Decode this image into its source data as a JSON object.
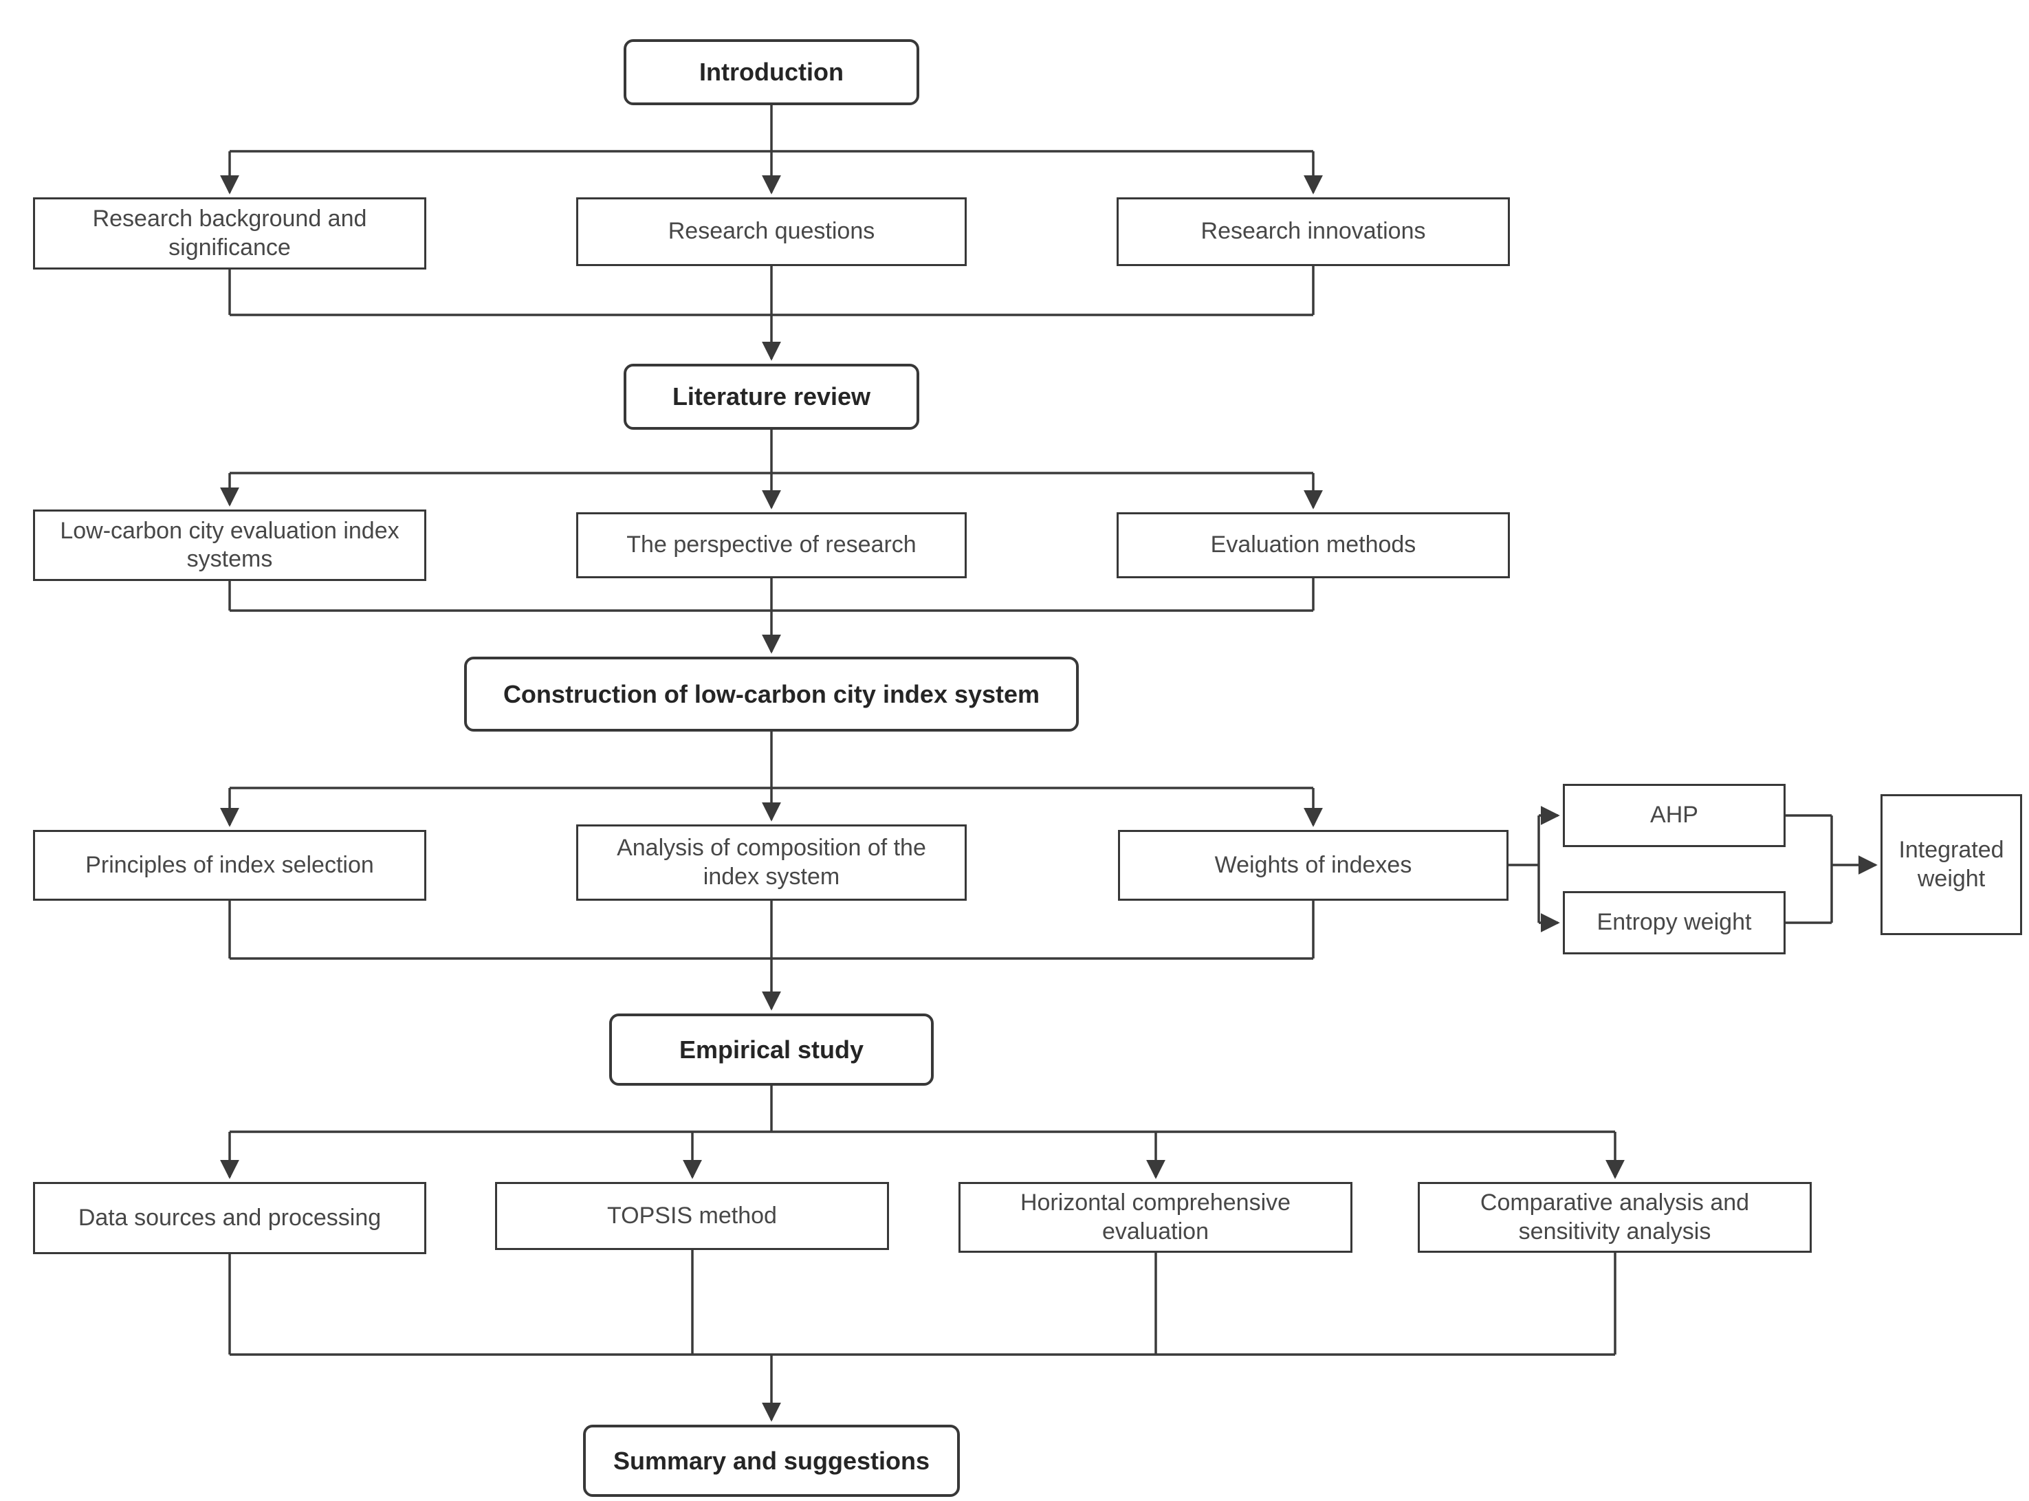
{
  "diagram_type": "flowchart",
  "colors": {
    "background": "#ffffff",
    "line": "#3a3a3a",
    "box_border": "#383838",
    "text": "#474747",
    "emphasis_text": "#252525"
  },
  "nodes": {
    "introduction": {
      "label": "Introduction"
    },
    "research_background": {
      "label": "Research background and significance"
    },
    "research_questions": {
      "label": "Research questions"
    },
    "research_innovations": {
      "label": "Research innovations"
    },
    "literature_review": {
      "label": "Literature review"
    },
    "lowcarbon_index_systems": {
      "label": "Low-carbon city evaluation index systems"
    },
    "perspective_of_research": {
      "label": "The perspective of research"
    },
    "evaluation_methods": {
      "label": "Evaluation methods"
    },
    "construction_index_system": {
      "label": "Construction of low-carbon city index system"
    },
    "principles_index_selection": {
      "label": "Principles of index selection"
    },
    "analysis_composition": {
      "label": "Analysis of composition of the index system"
    },
    "weights_of_indexes": {
      "label": "Weights of indexes"
    },
    "ahp": {
      "label": "AHP"
    },
    "entropy_weight": {
      "label": "Entropy weight"
    },
    "integrated_weight": {
      "label": "Integrated weight"
    },
    "empirical_study": {
      "label": "Empirical study"
    },
    "data_sources_processing": {
      "label": "Data sources and processing"
    },
    "topsis_method": {
      "label": "TOPSIS method"
    },
    "horizontal_evaluation": {
      "label": "Horizontal comprehensive evaluation"
    },
    "comparative_sensitivity": {
      "label": "Comparative analysis and sensitivity analysis"
    },
    "summary_suggestions": {
      "label": "Summary and suggestions"
    }
  },
  "edges": [
    "introduction -> research_background",
    "introduction -> research_questions",
    "introduction -> research_innovations",
    "research_background,research_questions,research_innovations -> literature_review",
    "literature_review -> lowcarbon_index_systems",
    "literature_review -> perspective_of_research",
    "literature_review -> evaluation_methods",
    "lowcarbon_index_systems,perspective_of_research,evaluation_methods -> construction_index_system",
    "construction_index_system -> principles_index_selection",
    "construction_index_system -> analysis_composition",
    "construction_index_system -> weights_of_indexes",
    "weights_of_indexes -> ahp",
    "weights_of_indexes -> entropy_weight",
    "ahp,entropy_weight -> integrated_weight",
    "principles_index_selection,analysis_composition,weights_of_indexes -> empirical_study",
    "empirical_study -> data_sources_processing",
    "empirical_study -> topsis_method",
    "empirical_study -> horizontal_evaluation",
    "empirical_study -> comparative_sensitivity",
    "data_sources_processing,topsis_method,horizontal_evaluation,comparative_sensitivity -> summary_suggestions"
  ]
}
